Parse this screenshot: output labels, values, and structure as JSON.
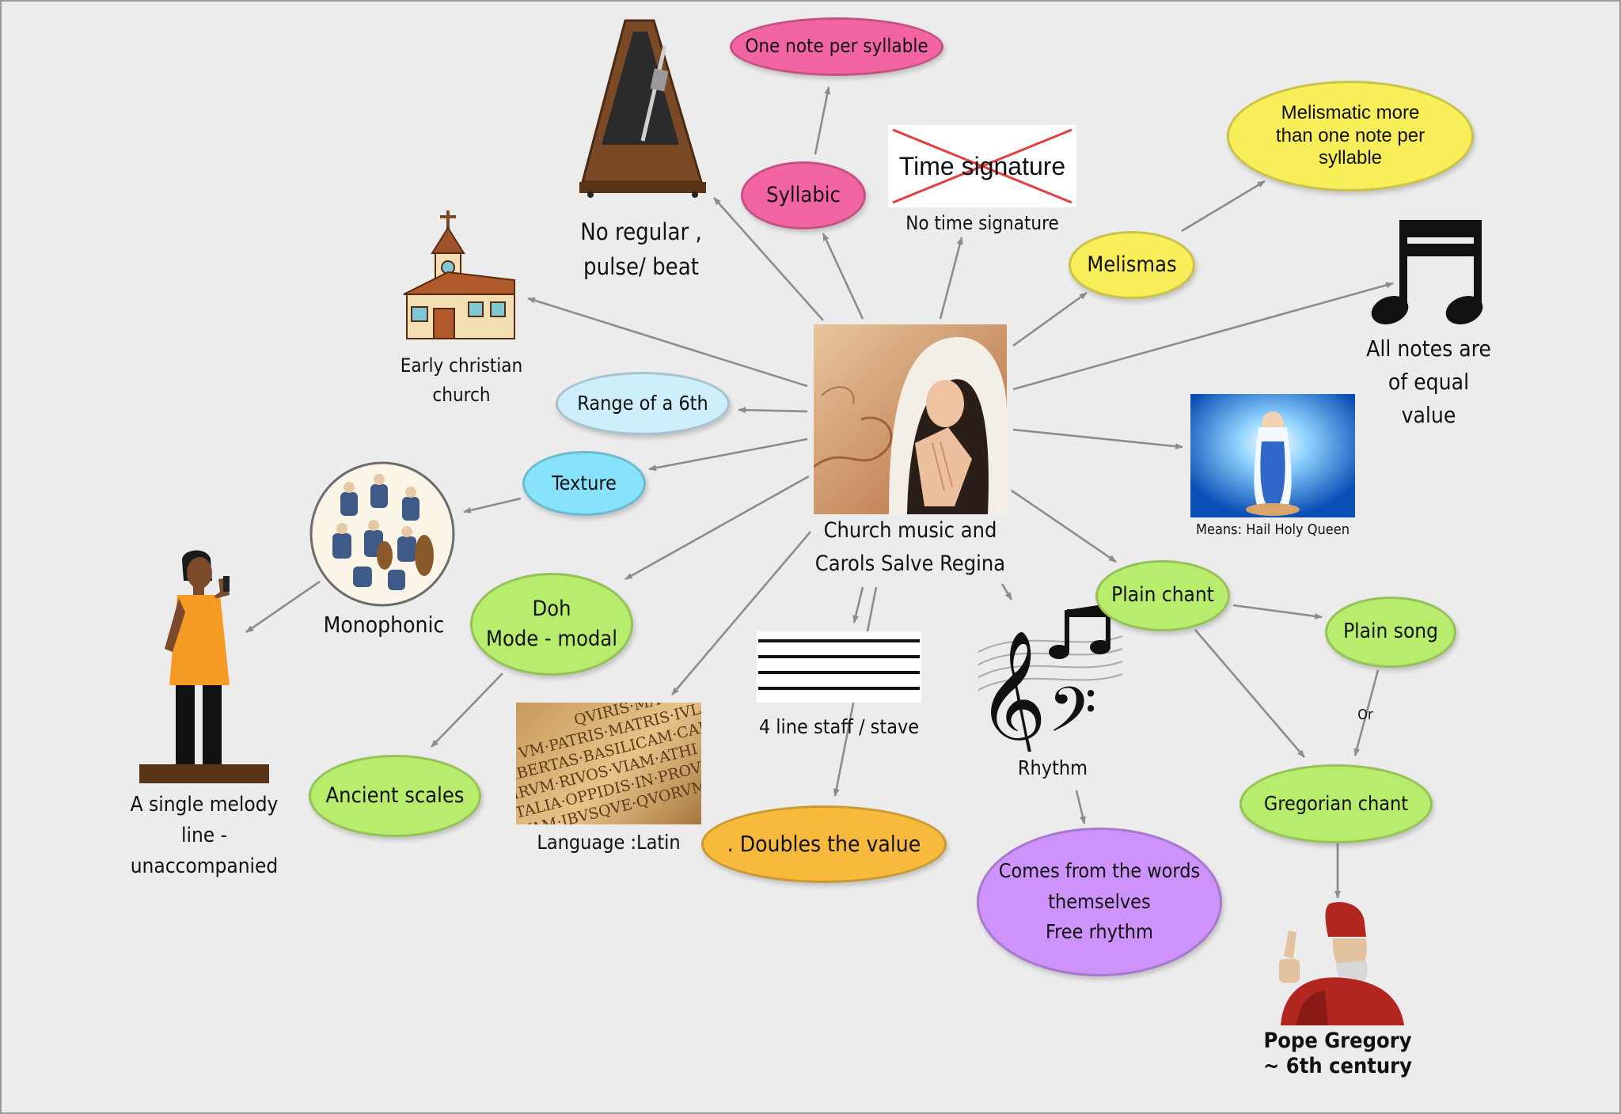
{
  "center": {
    "line1": "Church music and",
    "line2": "Carols Salve Regina"
  },
  "nodes": {
    "one_note": "One note per syllable",
    "syllabic": "Syllabic",
    "melismatic": "Melismatic more than one note per syllable",
    "melismas": "Melismas",
    "range": "Range of a 6th",
    "texture": "Texture",
    "doh_line1": "Doh",
    "doh_line2": "Mode - modal",
    "ancient": "Ancient scales",
    "plain_chant": "Plain chant",
    "plain_song": "Plain song",
    "gregorian": "Gregorian chant",
    "doubles": ". Doubles the value",
    "comes_line1": "Comes from the words",
    "comes_line2": "themselves",
    "comes_line3": "Free rhythm"
  },
  "captions": {
    "no_regular_1": "No regular ,",
    "no_regular_2": "pulse/ beat",
    "time_sig_image_text": "Time signature",
    "no_time_sig": "No time signature",
    "equal_1": "All notes are",
    "equal_2": "of equal",
    "equal_3": "value",
    "church_1": "Early christian",
    "church_2": "church",
    "means": "Means: Hail Holy Queen",
    "monophonic": "Monophonic",
    "single_1": "A single melody",
    "single_2": "line -",
    "single_3": "unaccompanied",
    "latin": "Language :Latin",
    "staff": "4 line staff / stave",
    "rhythm": "Rhythm",
    "or": "Or",
    "pope_1": "Pope Gregory",
    "pope_2": "~ 6th century"
  },
  "latin_inscription": [
    "QVIRIS·MA",
    "VM·PATRIS·MATRIS·IVL",
    "IBERTAS·BASILICAM·CAPI",
    "IRVM·RIVOS·VIAM·ATHI",
    "ITALIA·OPPIDIS·IN·PROVI",
    "VAM·IBVSQVE·QVORVM"
  ],
  "colors": {
    "pink": "#f265a2",
    "yellow": "#f7ee5a",
    "light_blue": "#cdeefb",
    "cyan": "#86e3fb",
    "green": "#b8ec6c",
    "orange": "#f8ba3c",
    "purple": "#cd93fb",
    "arrow": "#8c8c8c"
  },
  "icons": [
    "metronome-icon",
    "church-icon",
    "orchestra-icon",
    "singer-icon",
    "mary-portrait",
    "apparition-icon",
    "beamed-notes-icon",
    "staff-lines-icon",
    "clef-notes-icon",
    "pope-icon",
    "latin-inscription-image"
  ]
}
